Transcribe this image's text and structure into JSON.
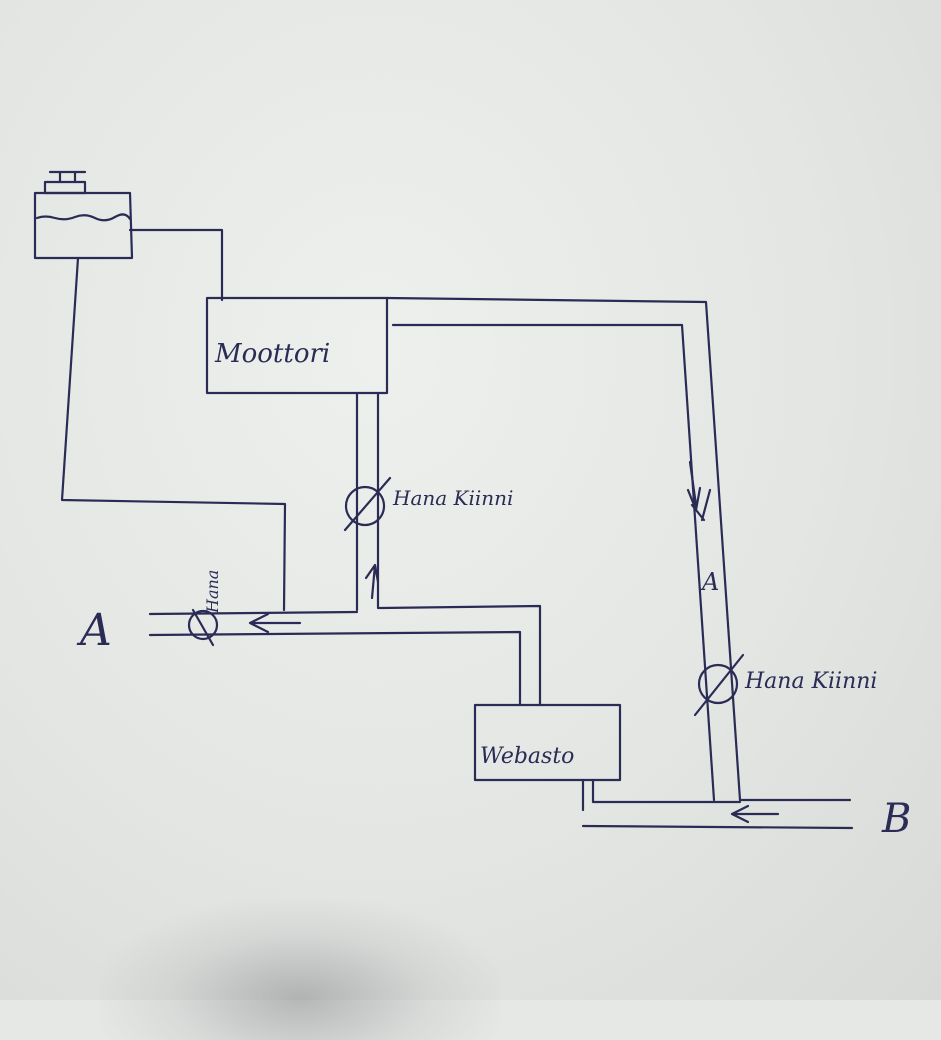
{
  "diagram": {
    "engine_label": "Moottori",
    "heater_label": "Webasto",
    "valve_closed_left_label": "Hana Kiinni",
    "valve_closed_right_label": "Hana Kiinni",
    "valve_a_label": "Hana",
    "port_a_label": "A",
    "port_b_label": "B",
    "pipe_label": "A"
  },
  "colors": {
    "ink": "#2a2c55",
    "paper": "#e6e8e6"
  }
}
